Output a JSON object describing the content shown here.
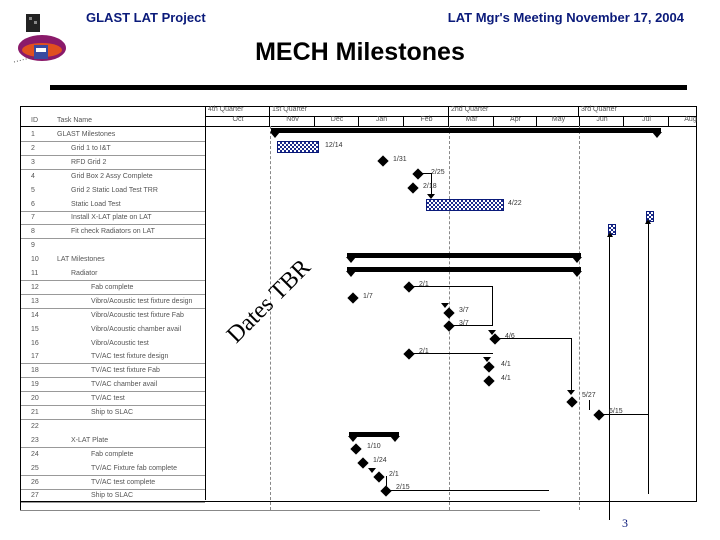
{
  "header": {
    "project": "GLAST LAT Project",
    "meeting": "LAT Mgr's Meeting November 17, 2004",
    "title": "MECH Milestones"
  },
  "table": {
    "col_id": "ID",
    "col_name": "Task Name",
    "rows": [
      {
        "id": "1",
        "name": "GLAST Milestones",
        "indent": 1
      },
      {
        "id": "2",
        "name": "Grid 1 to I&T",
        "indent": 2
      },
      {
        "id": "3",
        "name": "RFD Grid 2",
        "indent": 2
      },
      {
        "id": "4",
        "name": "Grid Box 2 Assy Complete",
        "indent": 2
      },
      {
        "id": "5",
        "name": "Grid 2 Static Load Test TRR",
        "indent": 2
      },
      {
        "id": "6",
        "name": "Static Load Test",
        "indent": 2
      },
      {
        "id": "7",
        "name": "Install X-LAT plate on LAT",
        "indent": 2
      },
      {
        "id": "8",
        "name": "Fit check Radiators on LAT",
        "indent": 2
      },
      {
        "id": "9",
        "name": "",
        "indent": 0
      },
      {
        "id": "10",
        "name": "LAT Milestones",
        "indent": 1
      },
      {
        "id": "11",
        "name": "Radiator",
        "indent": 2
      },
      {
        "id": "12",
        "name": "Fab complete",
        "indent": 3
      },
      {
        "id": "13",
        "name": "Vibro/Acoustic test fixture design",
        "indent": 3
      },
      {
        "id": "14",
        "name": "Vibro/Acoustic test fixture Fab",
        "indent": 3
      },
      {
        "id": "15",
        "name": "Vibro/Acoustic chamber avail",
        "indent": 3
      },
      {
        "id": "16",
        "name": "Vibro/Acoustic test",
        "indent": 3
      },
      {
        "id": "17",
        "name": "TV/AC test fixture design",
        "indent": 3
      },
      {
        "id": "18",
        "name": "TV/AC test fixture Fab",
        "indent": 3
      },
      {
        "id": "19",
        "name": "TV/AC chamber avail",
        "indent": 3
      },
      {
        "id": "20",
        "name": "TV/AC test",
        "indent": 3
      },
      {
        "id": "21",
        "name": "Ship to SLAC",
        "indent": 3
      },
      {
        "id": "22",
        "name": "",
        "indent": 0
      },
      {
        "id": "23",
        "name": "X-LAT Plate",
        "indent": 2
      },
      {
        "id": "24",
        "name": "Fab complete",
        "indent": 3
      },
      {
        "id": "25",
        "name": "TV/AC Fixture fab complete",
        "indent": 3
      },
      {
        "id": "26",
        "name": "TV/AC test complete",
        "indent": 3
      },
      {
        "id": "27",
        "name": "Ship to SLAC",
        "indent": 3
      }
    ]
  },
  "timeline": {
    "quarters": [
      "4th Quarter",
      "1st Quarter",
      "2nd Quarter",
      "3rd Quarter"
    ],
    "months": [
      "Oct",
      "Nov",
      "Dec",
      "Jan",
      "Feb",
      "Mar",
      "Apr",
      "May",
      "Jun",
      "Jul",
      "Aug"
    ]
  },
  "stamp": "Dates TBR",
  "page_number": "3",
  "colors": {
    "header_text": "#0a1a7a",
    "bar_fill": "#1a2a8a",
    "milestone": "#000000"
  },
  "chart_data": {
    "type": "gantt",
    "title": "MECH Milestones",
    "time_axis": {
      "quarters": [
        "4th Quarter",
        "1st Quarter",
        "2nd Quarter",
        "3rd Quarter"
      ],
      "months": [
        "Oct",
        "Nov",
        "Dec",
        "Jan",
        "Feb",
        "Mar",
        "Apr",
        "May",
        "Jun",
        "Jul",
        "Aug"
      ]
    },
    "tasks": [
      {
        "id": 1,
        "name": "GLAST Milestones",
        "kind": "summary",
        "start": "Nov",
        "end": "Aug"
      },
      {
        "id": 2,
        "name": "Grid 1 to I&T",
        "kind": "task",
        "start": "Nov",
        "end": "12/14",
        "label": "12/14"
      },
      {
        "id": 3,
        "name": "RFD Grid 2",
        "kind": "milestone",
        "date": "1/31",
        "label": "1/31"
      },
      {
        "id": 4,
        "name": "Grid Box 2 Assy Complete",
        "kind": "milestone",
        "date": "2/25",
        "label": "2/25"
      },
      {
        "id": 5,
        "name": "Grid 2 Static Load Test TRR",
        "kind": "milestone",
        "date": "2/18",
        "label": "2/18"
      },
      {
        "id": 6,
        "name": "Static Load Test",
        "kind": "task",
        "start": "2/25",
        "end": "4/22",
        "label": "4/22"
      },
      {
        "id": 7,
        "name": "Install X-LAT plate on LAT",
        "kind": "task",
        "start": "Jul",
        "end": "Jul"
      },
      {
        "id": 8,
        "name": "Fit check Radiators on LAT",
        "kind": "task",
        "start": "Aug",
        "end": "Aug"
      },
      {
        "id": 10,
        "name": "LAT Milestones",
        "kind": "summary",
        "start": "Dec",
        "end": "Jun"
      },
      {
        "id": 11,
        "name": "Radiator",
        "kind": "summary",
        "start": "Dec",
        "end": "Jun"
      },
      {
        "id": 12,
        "name": "Fab complete",
        "kind": "milestone",
        "date": "2/1",
        "label": "2/1"
      },
      {
        "id": 13,
        "name": "Vibro/Acoustic test fixture design",
        "kind": "milestone",
        "date": "1/7",
        "label": "1/7"
      },
      {
        "id": 14,
        "name": "Vibro/Acoustic test fixture Fab",
        "kind": "milestone",
        "date": "3/7",
        "label": "3/7"
      },
      {
        "id": 15,
        "name": "Vibro/Acoustic chamber avail",
        "kind": "milestone",
        "date": "3/7",
        "label": "3/7"
      },
      {
        "id": 16,
        "name": "Vibro/Acoustic test",
        "kind": "milestone",
        "date": "4/6",
        "label": "4/6"
      },
      {
        "id": 17,
        "name": "TV/AC test fixture design",
        "kind": "milestone",
        "date": "2/1",
        "label": "2/1"
      },
      {
        "id": 18,
        "name": "TV/AC test fixture Fab",
        "kind": "milestone",
        "date": "4/1",
        "label": "4/1"
      },
      {
        "id": 19,
        "name": "TV/AC chamber avail",
        "kind": "milestone",
        "date": "4/1",
        "label": "4/1"
      },
      {
        "id": 20,
        "name": "TV/AC test",
        "kind": "milestone",
        "date": "5/27",
        "label": "5/27"
      },
      {
        "id": 21,
        "name": "Ship to SLAC",
        "kind": "milestone",
        "date": "6/15",
        "label": "6/15"
      },
      {
        "id": 23,
        "name": "X-LAT Plate",
        "kind": "summary",
        "start": "Jan",
        "end": "Feb"
      },
      {
        "id": 24,
        "name": "Fab complete",
        "kind": "milestone",
        "date": "1/10",
        "label": "1/10"
      },
      {
        "id": 25,
        "name": "TV/AC Fixture fab complete",
        "kind": "milestone",
        "date": "1/24",
        "label": "1/24"
      },
      {
        "id": 26,
        "name": "TV/AC test complete",
        "kind": "milestone",
        "date": "2/1",
        "label": "2/1"
      },
      {
        "id": 27,
        "name": "Ship to SLAC",
        "kind": "milestone",
        "date": "2/15",
        "label": "2/15"
      }
    ],
    "annotations": [
      "Dates TBR"
    ]
  }
}
